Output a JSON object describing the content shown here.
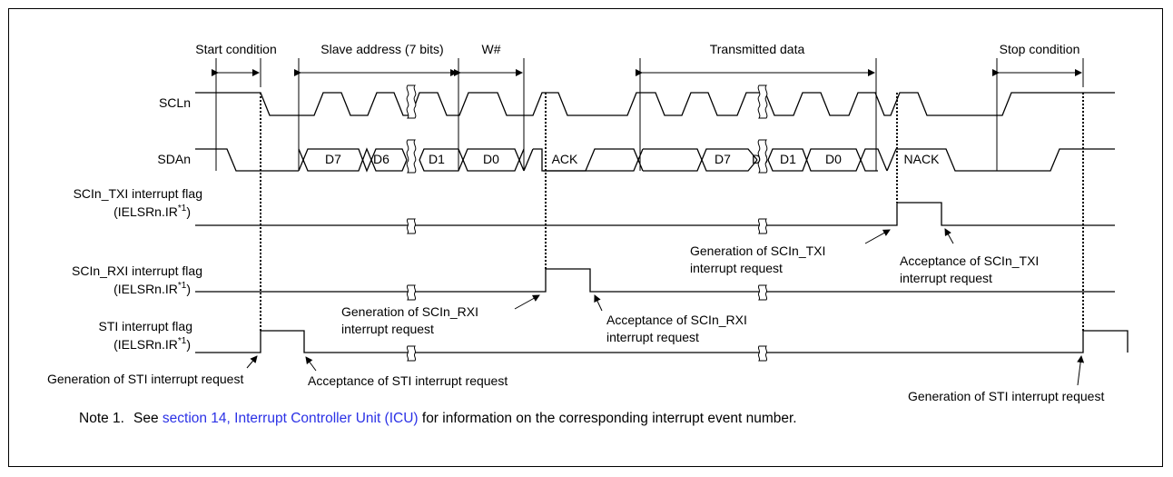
{
  "phases": {
    "start": "Start condition",
    "slave": "Slave address (7 bits)",
    "write": "W#",
    "data": "Transmitted data",
    "stop": "Stop condition"
  },
  "signals": {
    "scl": "SCLn",
    "sda": "SDAn",
    "txi_1": "SCIn_TXI interrupt flag",
    "txi_2": "(IELSRn.IR",
    "rxi_1": "SCIn_RXI interrupt flag",
    "rxi_2": "(IELSRn.IR",
    "sti_1": "STI interrupt flag",
    "sti_2": "(IELSRn.IR",
    "sup": "*1",
    "close": ")"
  },
  "bits": {
    "a_d7": "D7",
    "a_d6": "D6",
    "a_d1": "D1",
    "a_d0": "D0",
    "ack": "ACK",
    "b_d7": "D7",
    "b_d6": "D6",
    "b_d1": "D1",
    "b_d0": "D0",
    "nack": "NACK"
  },
  "annotations": {
    "gen_txi_1": "Generation of SCIn_TXI",
    "gen_txi_2": "interrupt request",
    "acc_txi_1": "Acceptance of SCIn_TXI",
    "acc_txi_2": "interrupt request",
    "gen_rxi_1": "Generation of SCIn_RXI",
    "gen_rxi_2": "interrupt request",
    "acc_rxi_1": "Acceptance of SCIn_RXI",
    "acc_rxi_2": "interrupt request",
    "gen_sti_left": "Generation of STI interrupt request",
    "acc_sti": "Acceptance of STI interrupt request",
    "gen_sti_right": "Generation of STI interrupt request"
  },
  "note": {
    "number": "Note 1.",
    "prefix": "See ",
    "link": "section 14, Interrupt Controller Unit (ICU)",
    "suffix": " for information on the corresponding interrupt event number."
  }
}
